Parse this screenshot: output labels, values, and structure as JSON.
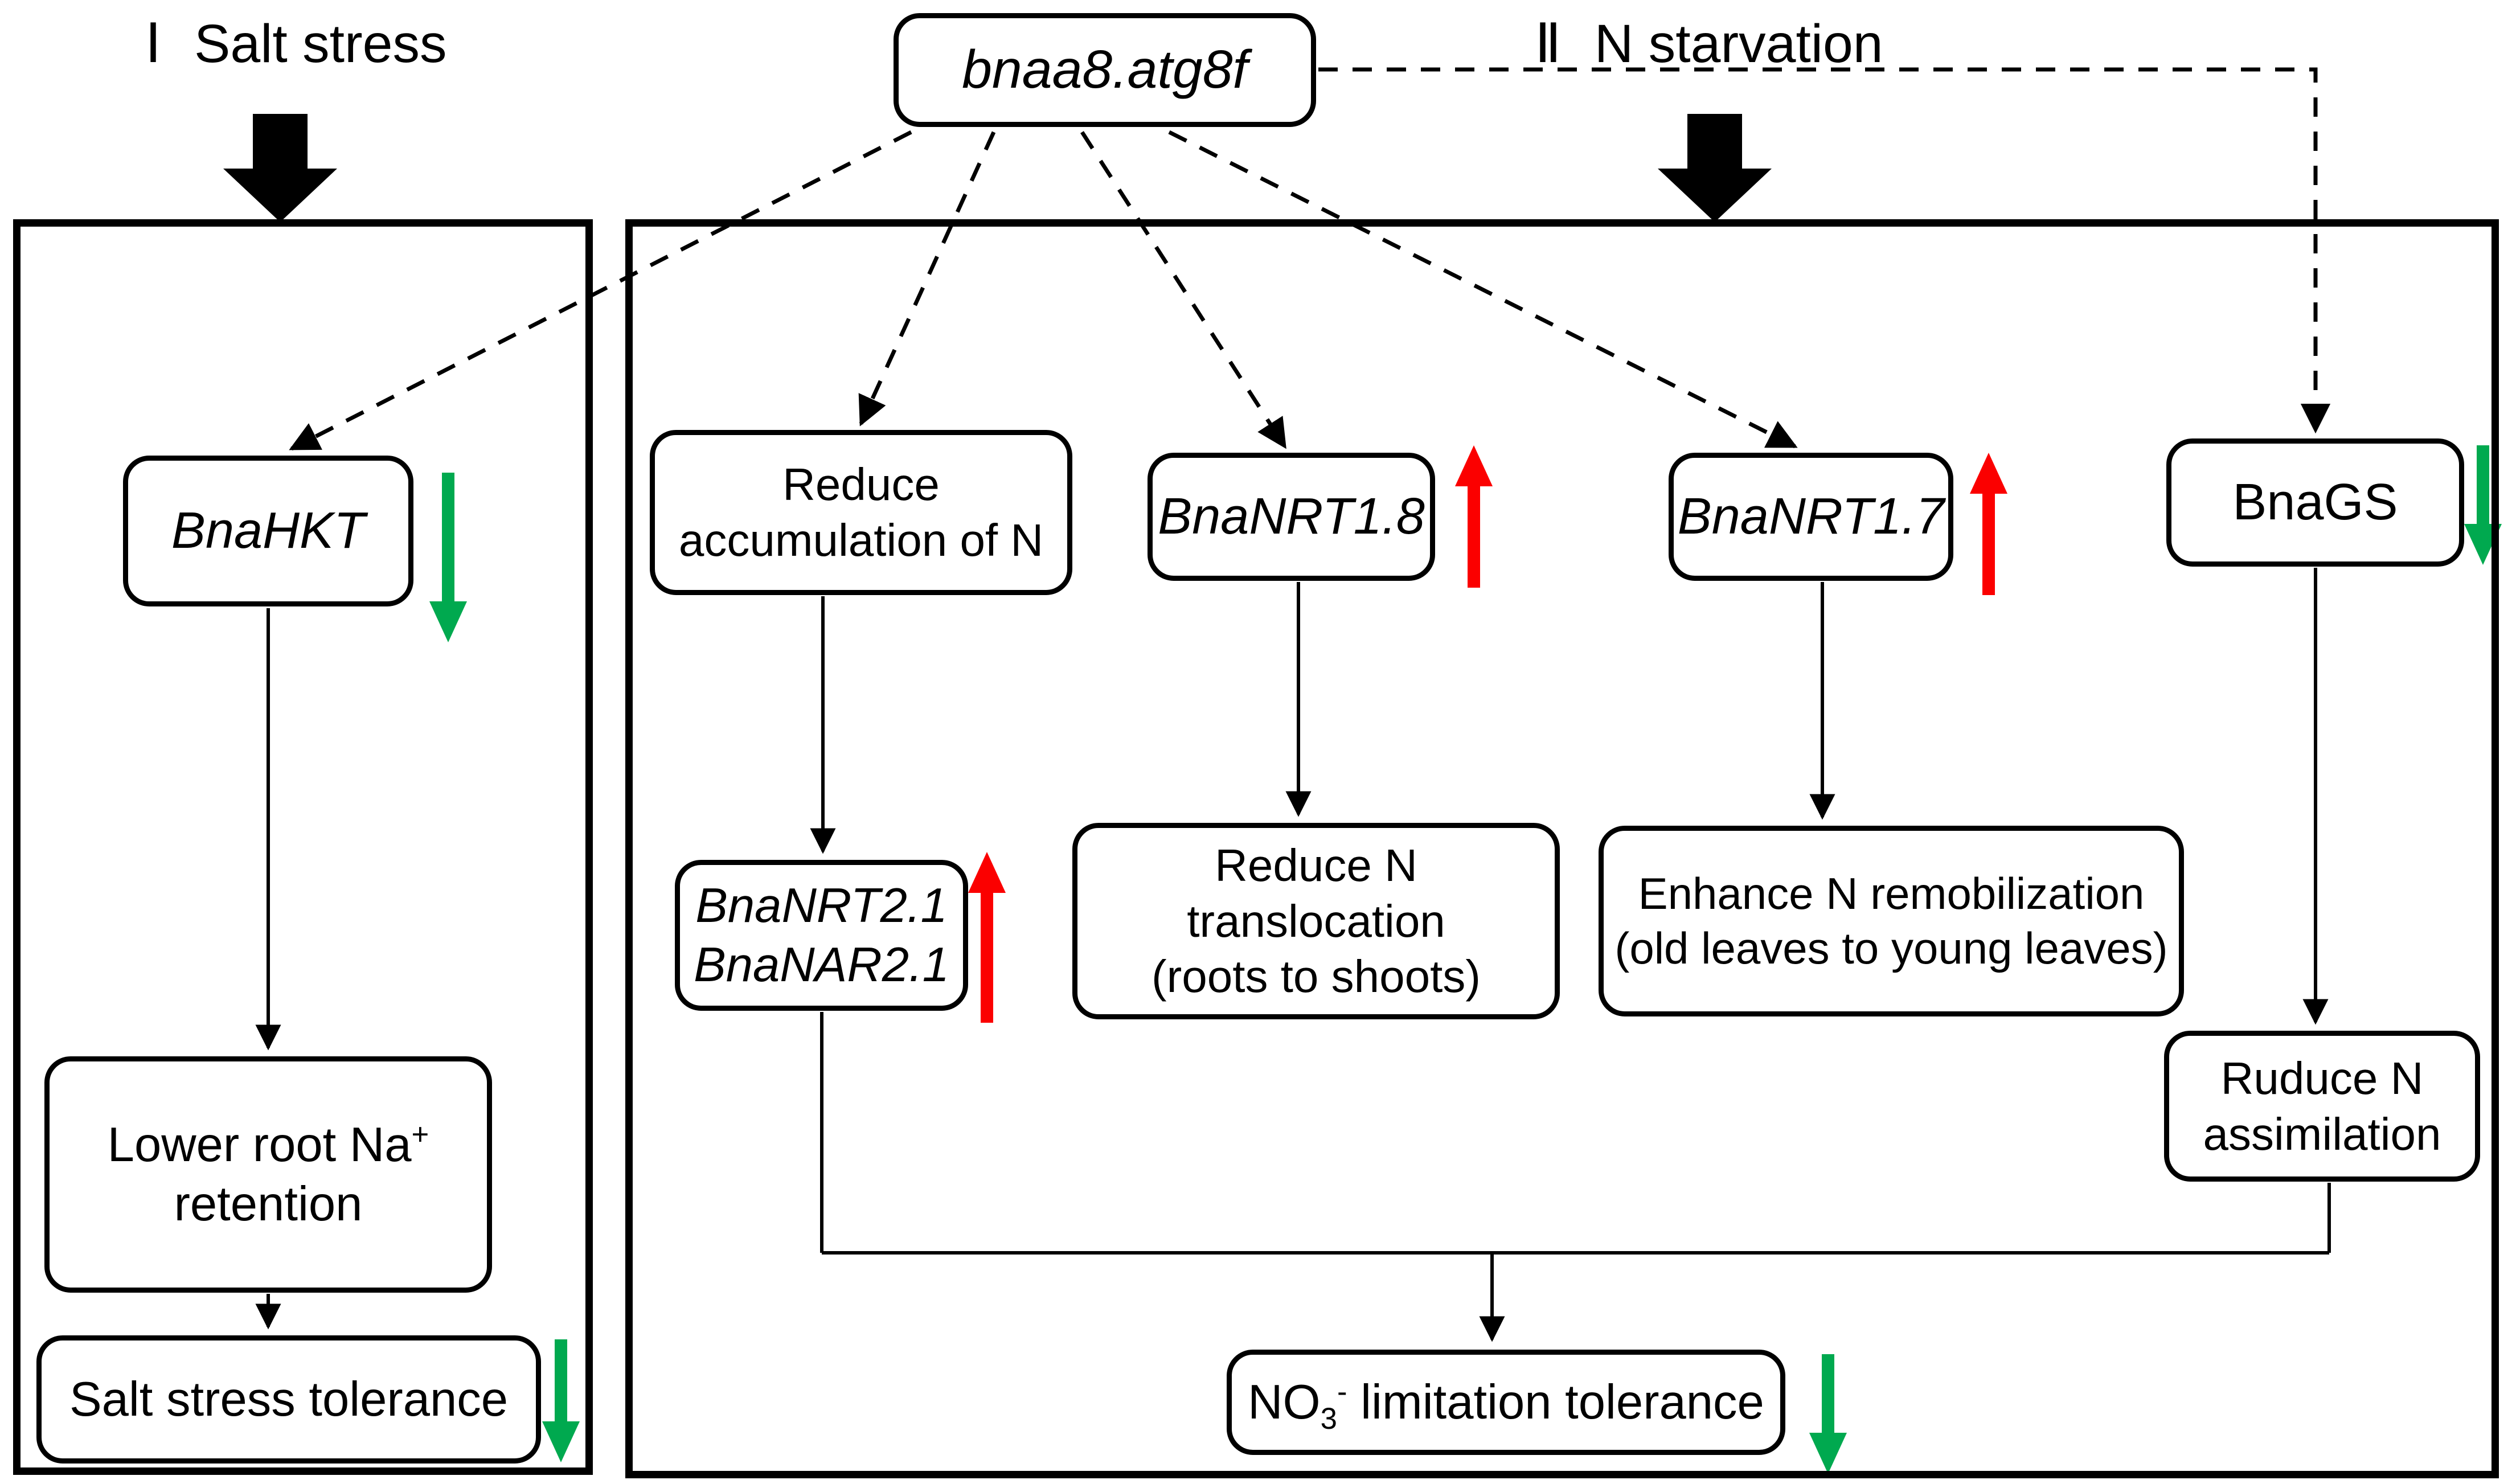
{
  "colors": {
    "up_regulation_red": "#FB0000",
    "down_regulation_green": "#00A94F",
    "line_black": "#000000"
  },
  "headings": {
    "section1": {
      "numeral": "Ⅰ",
      "label": "Salt stress"
    },
    "section2": {
      "numeral": "Ⅱ",
      "label": "N starvation"
    }
  },
  "root": {
    "gene": "bnaa8.atg8f"
  },
  "left_panel": {
    "gene": "BnaHKT",
    "effect": {
      "line1_pre": "Lower root Na",
      "line1_sup": "+",
      "line2": "retention"
    },
    "outcome": "Salt stress tolerance"
  },
  "right_panel": {
    "reduce_accumulation": {
      "line1": "Reduce",
      "line2": "accumulation of N"
    },
    "nrt18": "BnaNRT1.8",
    "nrt17": "BnaNRT1.7",
    "gs": "BnaGS",
    "nrt21_nar21": {
      "line1": "BnaNRT2.1",
      "line2": "BnaNAR2.1"
    },
    "translocation": {
      "line1": "Reduce N",
      "line2": "translocation",
      "line3": "(roots to shoots)"
    },
    "remobilization": {
      "line1": "Enhance N remobilization",
      "line2": "(old leaves to young leaves)"
    },
    "assimilation": {
      "line1": "Ruduce N",
      "line2": "assimilation"
    },
    "outcome": {
      "pre": "NO",
      "sub": "3",
      "sup": "-",
      "rest": "limitation tolerance"
    }
  }
}
